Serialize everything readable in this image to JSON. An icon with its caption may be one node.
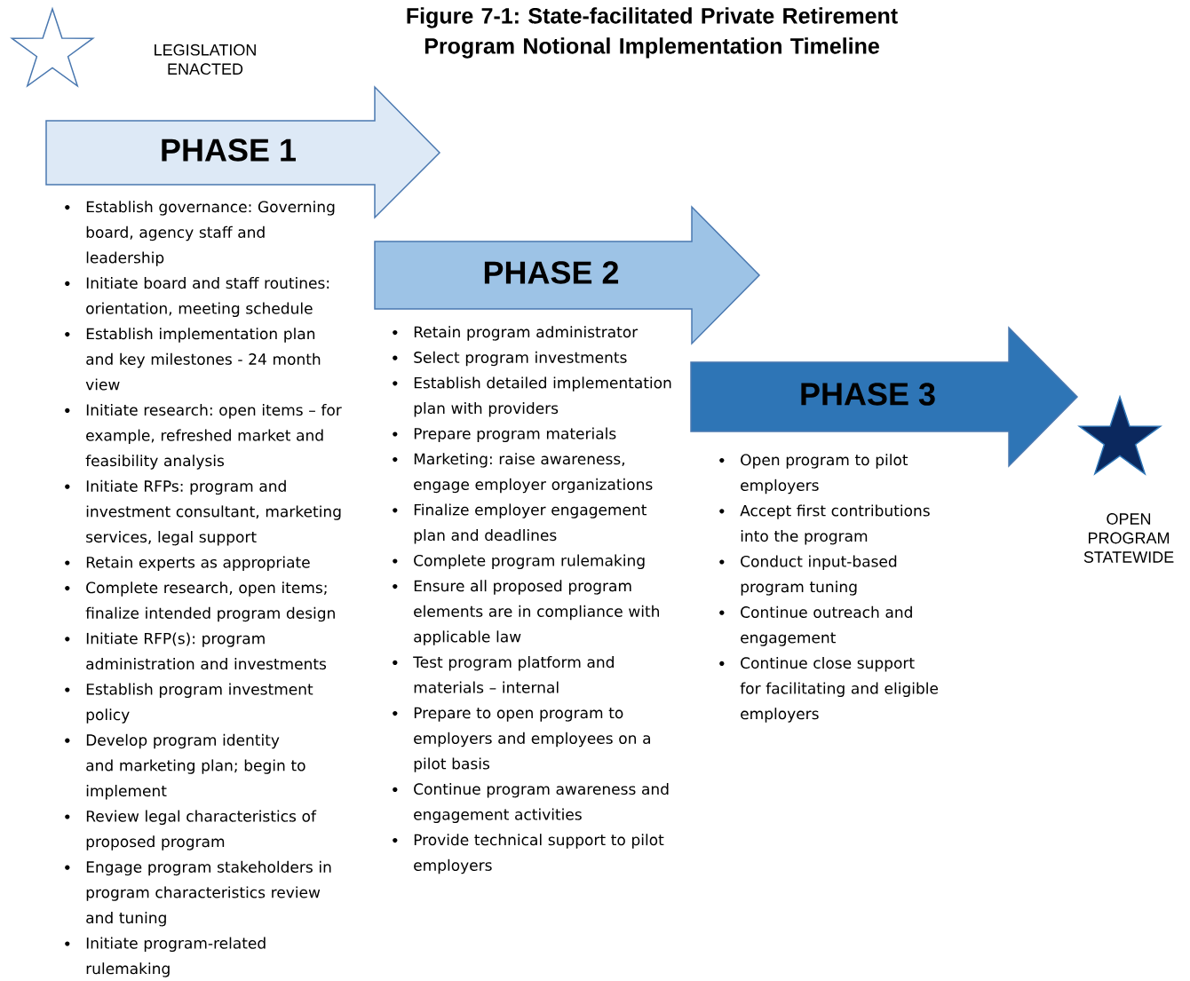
{
  "diagram": {
    "title": "Figure 7-1: State-facilitated Private Retirement Program Notional Implementation Timeline",
    "nodes": [
      {
        "text": [],
        "shape": "star"
      },
      {
        "text": [
          "PHASE 1"
        ]
      },
      {
        "text": [
          "PHASE 2"
        ]
      },
      {
        "text": [
          "PHASE 3"
        ]
      },
      {
        "text": [],
        "shape": "star",
        "beside": [
          "OPEN PROGRAM STATEWIDE"
        ]
      }
    ],
    "edges": [],
    "labels": [
      "LEGISLATION ENACTED",
      "Establish governance: Governing board, agency staff and leadership",
      "Initiate board and staff routines: orientation, meeting schedule",
      "Establish implementation plan and key milestones - 24 month view",
      "Initiate research: open items – for example, refreshed market and feasibility analysis",
      "Initiate RFPs: program and investment consultant, marketing services, legal support",
      "Retain experts as appropriate",
      "Complete research, open items; finalize intended program design",
      "Initiate RFP(s): program administration and investments",
      "Establish program investment policy",
      "Develop program identity and marketing plan; begin to implement",
      "Review legal characteristics of proposed program",
      "Engage program stakeholders in program characteristics review and tuning",
      "Initiate program-related rulemaking",
      "Retain program administrator",
      "Select program investments",
      "Establish detailed implementation plan with providers",
      "Prepare program materials",
      "Marketing: raise awareness, engage employer organizations",
      "Finalize employer engagement plan and deadlines",
      "Complete program rulemaking",
      "Ensure all proposed program elements are in compliance with applicable law",
      "Test program platform and materials – internal",
      "Prepare to open program to employers and employees on a pilot basis",
      "Continue program awareness and engagement activities",
      "Provide technical support to pilot employers",
      "Open program to pilot employers",
      "Accept first contributions into the program",
      "Conduct input-based program tuning",
      "Continue outreach and engagement",
      "Continue close support for facilitating and eligible employers"
    ]
  }
}
